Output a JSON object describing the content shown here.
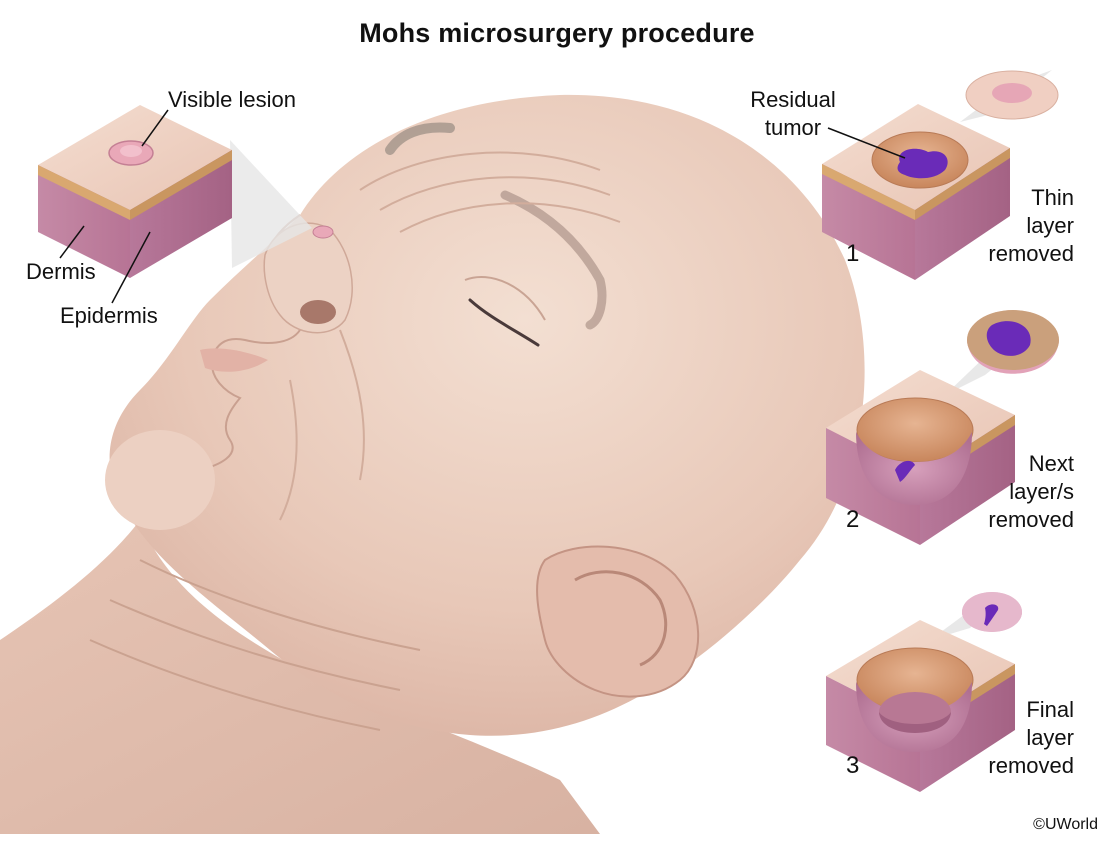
{
  "title": "Mohs microsurgery procedure",
  "labels": {
    "visible_lesion": "Visible lesion",
    "dermis": "Dermis",
    "epidermis": "Epidermis",
    "residual_tumor_line1": "Residual",
    "residual_tumor_line2": "tumor"
  },
  "steps": [
    {
      "number": "1",
      "lines": [
        "Thin",
        "layer",
        "removed"
      ]
    },
    {
      "number": "2",
      "lines": [
        "Next",
        "layer/s",
        "removed"
      ]
    },
    {
      "number": "3",
      "lines": [
        "Final",
        "layer",
        "removed"
      ]
    }
  ],
  "copyright": "©UWorld",
  "colors": {
    "skin": "#f0d6c8",
    "dermis": "#c88aa8",
    "epidermis_edge": "#d9a870",
    "tumor": "#6a2bb8",
    "lesion": "#e9a8b8"
  }
}
